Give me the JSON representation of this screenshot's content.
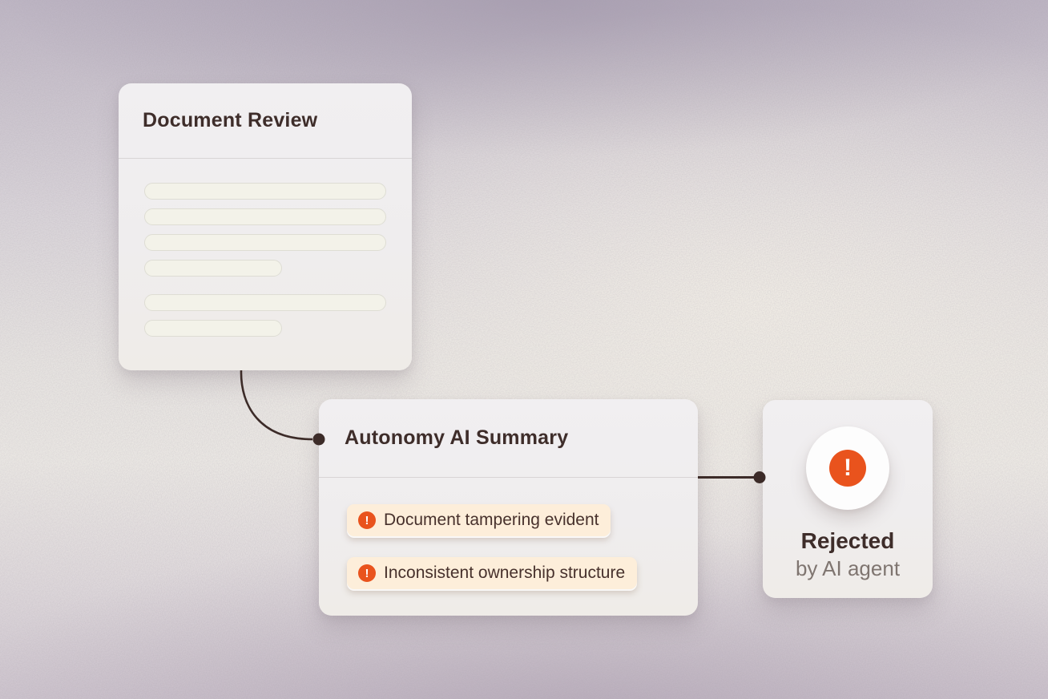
{
  "colors": {
    "accent_orange": "#E9531D",
    "connector_line": "#3C2B28",
    "badge_background": "#FDEEDA",
    "heading_text": "#3E2D2A",
    "muted_text": "#7F7570"
  },
  "icons": {
    "alert_glyph": "!"
  },
  "cards": {
    "document_review": {
      "title": "Document Review"
    },
    "ai_summary": {
      "title": "Autonomy AI Summary",
      "findings": [
        {
          "icon": "alert-icon",
          "label": "Document tampering evident"
        },
        {
          "icon": "alert-icon",
          "label": "Inconsistent ownership structure"
        }
      ]
    },
    "decision": {
      "icon": "alert-icon",
      "status": "Rejected",
      "agent": "by AI agent"
    }
  }
}
